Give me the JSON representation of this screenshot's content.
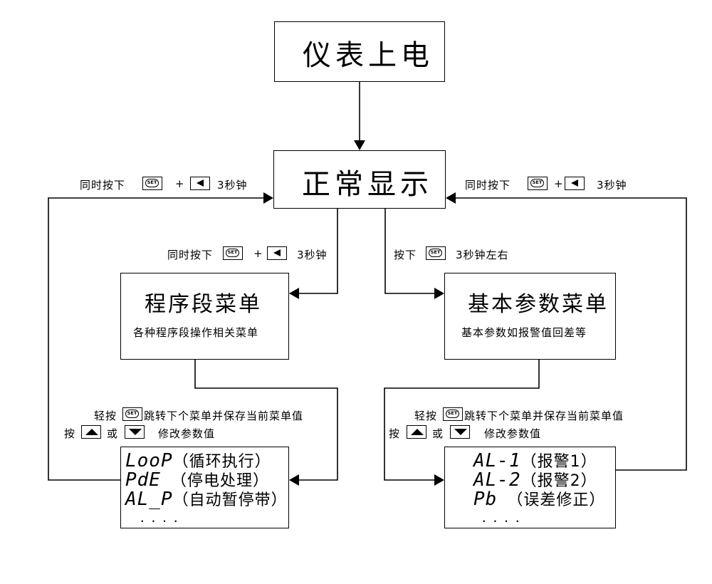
{
  "nodes": {
    "power_on": "仪表上电",
    "normal_display": "正常显示",
    "program_menu": {
      "title": "程序段菜单",
      "desc": "各种程序段操作相关菜单"
    },
    "basic_menu": {
      "title": "基本参数菜单",
      "desc": "基本参数如报警值回差等"
    }
  },
  "left_list": {
    "items": [
      {
        "code": "LooP",
        "label": "（循环执行）"
      },
      {
        "code": "PdE",
        "label": "（停电处理）"
      },
      {
        "code": "AL_P",
        "label": "（自动暂停带）"
      }
    ],
    "more": "...."
  },
  "right_list": {
    "items": [
      {
        "code": "AL-1",
        "label": "（报警1）"
      },
      {
        "code": "AL-2",
        "label": "（报警2）"
      },
      {
        "code": "Pb",
        "label": "（误差修正）"
      }
    ],
    "more": "...."
  },
  "labels": {
    "press_together": "同时按下",
    "plus": "+",
    "three_sec": "3秒钟",
    "press": "按下",
    "three_sec_approx": "3秒钟左右",
    "tap": "轻按",
    "jump_save": "跳转下个菜单并保存当前菜单值",
    "press_short": "按",
    "or": "或",
    "modify": "修改参数值"
  },
  "keys": {
    "set": "SET"
  }
}
